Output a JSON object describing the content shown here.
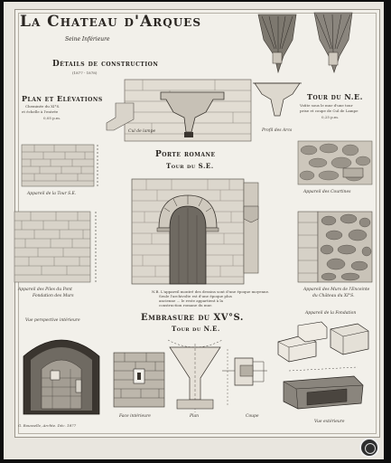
{
  "sheet": {
    "title": "La Chateau d'Arques",
    "subtitle": "Seine Inférieure",
    "subtitle2": "Détails de construction",
    "date": "(1877 - 1878)"
  },
  "sections": {
    "plan": {
      "heading": "Plan et Elévations",
      "line1": "Cheminée du XI°S.",
      "line2": "et échelle à l'entrée",
      "scale": "0,05 p.m."
    },
    "tour_ne": {
      "heading": "Tour du N.E.",
      "line1": "Voûte sous le mur d'une tour",
      "line2": "prise et coupe de Cul de Lampe",
      "scale": "0,25 p.m."
    },
    "porte": {
      "heading": "Porte romane",
      "sub": "Tour du S.E."
    },
    "embrasure": {
      "heading": "Embrasure du XV°S.",
      "sub": "Tour du N.E."
    }
  },
  "captions": {
    "cul_de_lampe": "Cul de lampe",
    "profil": "Profil des Arcs",
    "appareil_tour": "Appareil de la Tour S.E.",
    "appareil_courtines": "Appareil des Courtines",
    "appareil_pont": "Appareil des Piles du Pont",
    "appareil_pont2": "Fondation des Murs",
    "appareil_chateau": "Appareil des Murs de l'Enceinte",
    "appareil_chateau2": "du Château du XI°S.",
    "porte_note1": "N.B. L'appareil montré des dessins sont d'une époque moyenne.",
    "porte_note2": "Seule l'archivolte est d'une époque plus",
    "porte_note3": "ancienne ... le reste appartient à la",
    "porte_note4": "construction romane du mur.",
    "vue_perspective": "Vue perspective intérieure",
    "appareil_fondation": "Appareil de la Fondation",
    "face_interieure": "Face intérieure",
    "plan": "Plan",
    "coupe": "Coupe",
    "vue_exterieure": "Vue extérieure",
    "signature": "G. Rousselle, Archte. Déc. 1877"
  },
  "colors": {
    "ink": "#2a2622",
    "paper": "#f2f0ea",
    "stone": "#cfcac0",
    "shade": "#8a857d"
  }
}
